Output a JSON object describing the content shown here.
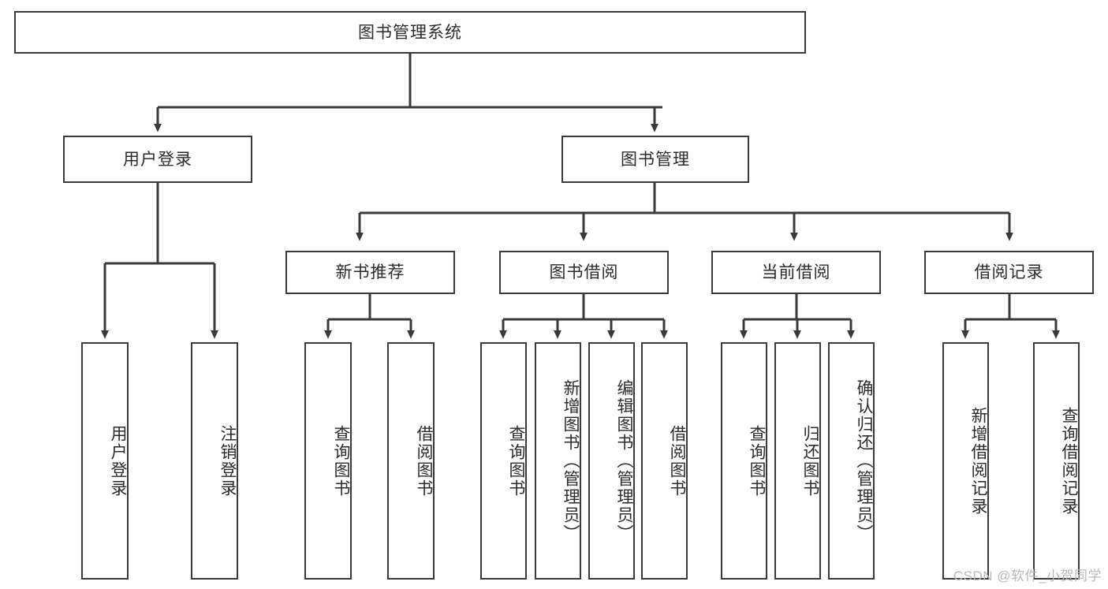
{
  "diagram": {
    "title": "图书管理系统",
    "type": "tree",
    "watermark": "CSDN @软件_小贺同学",
    "colors": {
      "box_border": "#3a3a3a",
      "box_fill": "#ffffff",
      "line": "#3a3a3a",
      "text": "#2b2b2b",
      "watermark": "#b9b9b9",
      "background": "#ffffff"
    },
    "nodes": {
      "root": {
        "label": "图书管理系统"
      },
      "level2": [
        {
          "id": "user-login",
          "label": "用户登录"
        },
        {
          "id": "book-manage",
          "label": "图书管理"
        }
      ],
      "level3": [
        {
          "id": "new-book-recommend",
          "label": "新书推荐"
        },
        {
          "id": "book-borrow",
          "label": "图书借阅"
        },
        {
          "id": "current-borrow",
          "label": "当前借阅"
        },
        {
          "id": "borrow-record",
          "label": "借阅记录"
        }
      ],
      "leaves": {
        "user_login": [
          {
            "id": "leaf-user-login",
            "label": "用户登录"
          },
          {
            "id": "leaf-logout-login",
            "label": "注销登录"
          }
        ],
        "new_book_recommend": [
          {
            "id": "leaf-query-book-1",
            "label": "查询图书"
          },
          {
            "id": "leaf-borrow-book-1",
            "label": "借阅图书"
          }
        ],
        "book_borrow": [
          {
            "id": "leaf-query-book-2",
            "label": "查询图书"
          },
          {
            "id": "leaf-add-book",
            "label": "新增图书（管理员）"
          },
          {
            "id": "leaf-edit-book",
            "label": "编辑图书（管理员）"
          },
          {
            "id": "leaf-borrow-book-2",
            "label": "借阅图书"
          }
        ],
        "current_borrow": [
          {
            "id": "leaf-query-book-3",
            "label": "查询图书"
          },
          {
            "id": "leaf-return-book",
            "label": "归还图书"
          },
          {
            "id": "leaf-confirm-return",
            "label": "确认归还（管理员）"
          }
        ],
        "borrow_record": [
          {
            "id": "leaf-add-record",
            "label": "新增借阅记录"
          },
          {
            "id": "leaf-query-record",
            "label": "查询借阅记录"
          }
        ]
      }
    }
  }
}
